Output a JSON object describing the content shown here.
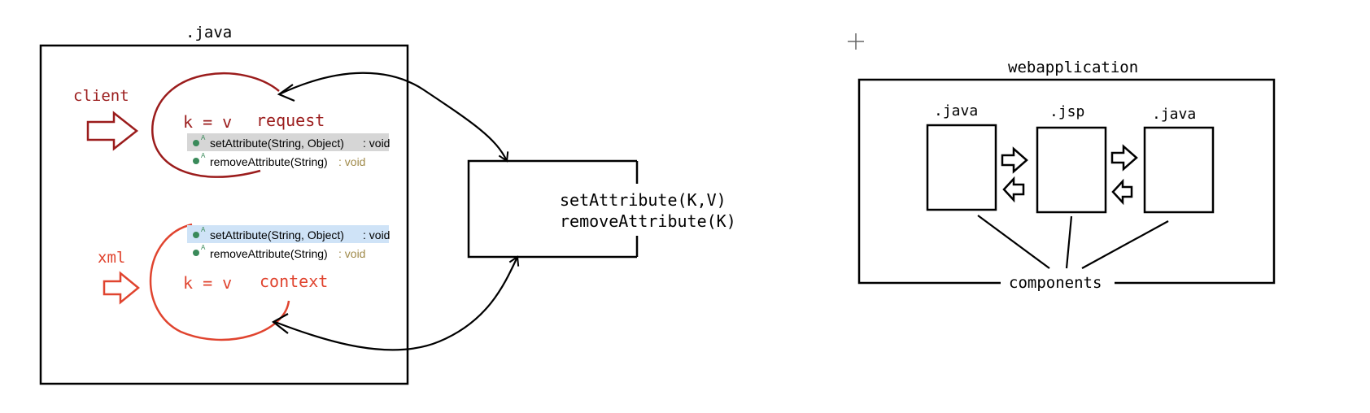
{
  "left": {
    "title": ".java",
    "client_label": "client",
    "xml_label": "xml",
    "request": {
      "kv": "k = v",
      "scope": "request"
    },
    "context": {
      "kv": "k = v",
      "scope": "context"
    },
    "autocomplete_top": [
      {
        "name": "setAttribute(String, Object)",
        "ret": " : void",
        "highlight": "gray"
      },
      {
        "name": "removeAttribute(String)",
        "ret": " : void",
        "highlight": "none"
      }
    ],
    "autocomplete_bottom": [
      {
        "name": "setAttribute(String, Object)",
        "ret": " : void",
        "highlight": "blue"
      },
      {
        "name": "removeAttribute(String)",
        "ret": " : void",
        "highlight": "none"
      }
    ],
    "icon_marker": "A"
  },
  "middle": {
    "methods": [
      "setAttribute(K,V)",
      "removeAttribute(K)"
    ]
  },
  "right": {
    "title": "webapplication",
    "boxes": [
      ".java",
      ".jsp",
      ".java"
    ],
    "bottom_label": "components"
  },
  "colors": {
    "request_red": "#9b1c1c",
    "context_red": "#e0442f",
    "ink": "#000000",
    "gray_highlight": "#d6d6d6",
    "blue_highlight": "#cfe3f7",
    "icon_green": "#3a8a5a",
    "void_gold": "#a08a4a"
  }
}
